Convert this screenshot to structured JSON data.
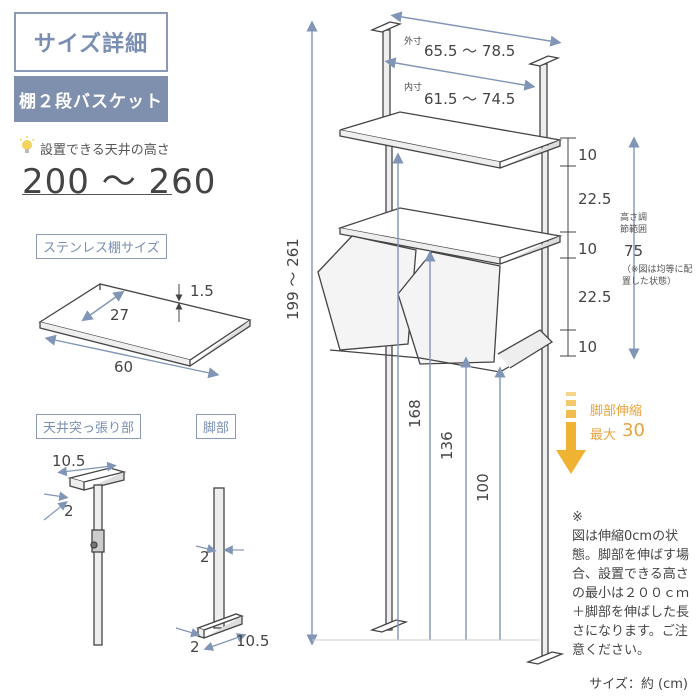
{
  "title": "サイズ詳細",
  "subtitle": "棚２段バスケット",
  "ceiling": {
    "label": "設置できる天井の高さ",
    "value": "200 ～ 260"
  },
  "shelf_section": {
    "label": "ステンレス棚サイズ",
    "height": "1.5",
    "depth": "27",
    "width": "60"
  },
  "top_section": {
    "label": "天井突っ張り部",
    "width": "10.5",
    "thickness": "2"
  },
  "foot_section": {
    "label": "脚部",
    "thickness_side": "2",
    "thickness_bottom": "2",
    "width": "10.5"
  },
  "main": {
    "outer_label": "外寸",
    "outer_value": "65.5 ～ 78.5",
    "inner_label": "内寸",
    "inner_value": "61.5 ～ 74.5",
    "total_height": "199 ～ 261",
    "heights": [
      "168",
      "136",
      "100"
    ],
    "spacings": [
      "10",
      "22.5",
      "10",
      "22.5",
      "10"
    ],
    "adjust_label": "高さ調節範囲",
    "adjust_value": "75",
    "adjust_note": "（※図は均等に配置した状態）",
    "leg_label": "脚部伸縮",
    "leg_max_label": "最大",
    "leg_max_value": "30"
  },
  "note": {
    "mark": "※",
    "text": "図は伸縮0cmの状態。脚部を伸ばす場合、設置できる高さの最小は２００ｃｍ＋脚部を伸ばした長さになります。ご注意ください。"
  },
  "footer": "サイズ：約 (cm)",
  "colors": {
    "accent": "#7f8fae",
    "arrow": "#8196b6",
    "orange": "#f0b233",
    "line": "#444444"
  }
}
